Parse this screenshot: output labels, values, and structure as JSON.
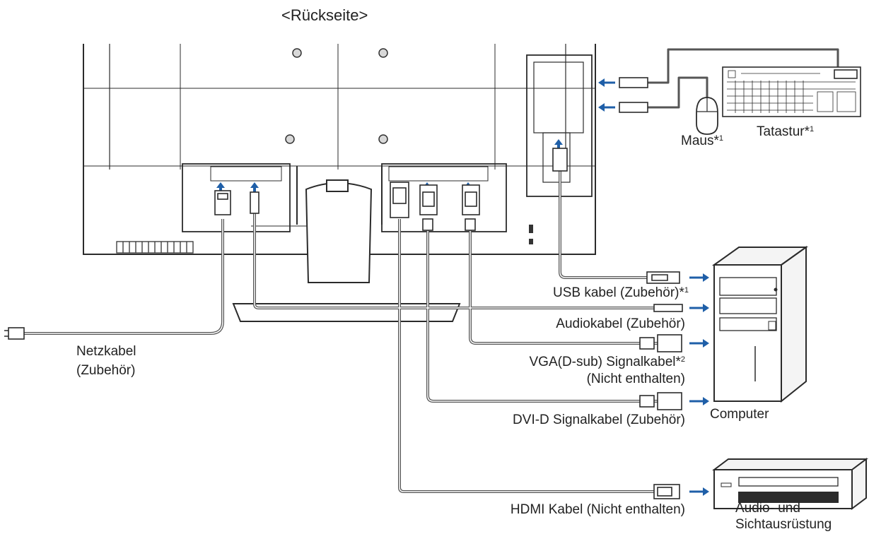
{
  "title": "<Rückseite>",
  "labels": {
    "mouse": "Maus*",
    "mouse_note": "1",
    "keyboard": "Tatastur*",
    "keyboard_note": "1",
    "usb": "USB kabel (Zubehör)*",
    "usb_note": "1",
    "audio": "Audiokabel (Zubehör)",
    "vga": "VGA(D-sub) Signalkabel*",
    "vga_note": "2",
    "vga_sub": "(Nicht enthalten)",
    "dvi": "DVI-D Signalkabel (Zubehör)",
    "computer": "Computer",
    "hdmi": "HDMI Kabel (Nicht enthalten)",
    "av_line1": "Audio- und",
    "av_line2": "Sichtausrüstung",
    "power_line1": "Netzkabel",
    "power_line2": "(Zubehör)"
  },
  "colors": {
    "line": "#2b2b2b",
    "cable": "#555555",
    "arrow": "#1f5fa8",
    "fill_light": "#f2f2f2"
  }
}
